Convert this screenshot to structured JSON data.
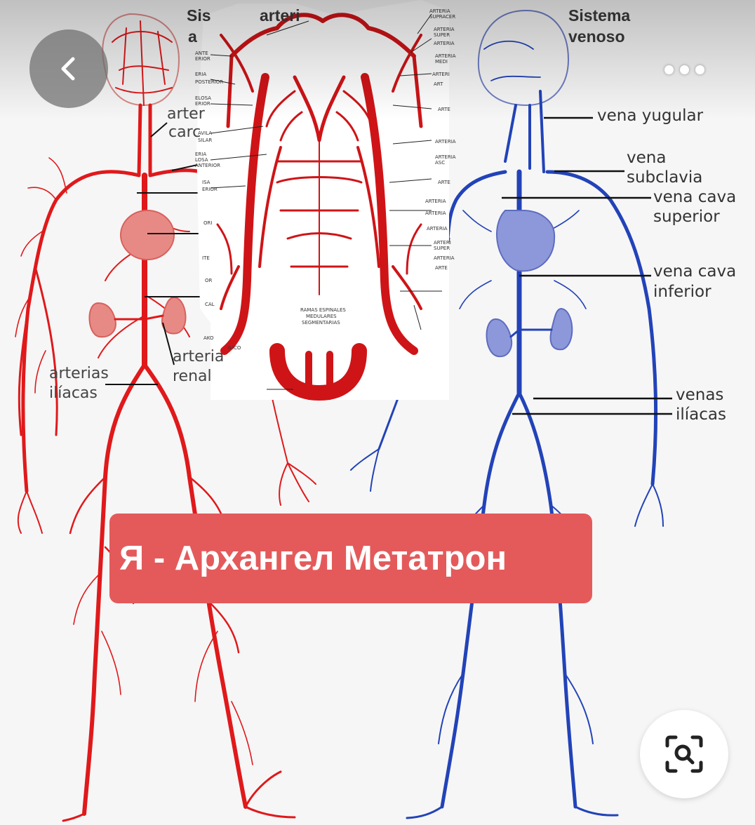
{
  "toolbar": {
    "back_icon": "chevron-left-icon",
    "more_icon": "more-horizontal-icon",
    "lens_icon": "visual-search-icon"
  },
  "image": {
    "arterial": {
      "title_line1": "Sis",
      "title_line2": "a",
      "title_fragment": "arteri",
      "carotid_line1": "arter",
      "carotid_line2": "carc",
      "renal_line1": "arteria",
      "renal_line2": "renal",
      "iliac_line1": "arterias",
      "iliac_line2": "ilíacas",
      "labels_left": [
        "ANTE",
        "ERIOR",
        "ERIA",
        "POSTERIOR",
        "ELOSA",
        "ERIOR",
        "AVILA",
        "SILAR",
        "ERIA",
        "LOSA",
        "ANTERIOR",
        "ISA",
        "ERIOR",
        "ORI",
        "ITE",
        "OR",
        "CAL",
        "AKO",
        "ILICO"
      ],
      "labels_right": [
        "ARTERIA",
        "SUPRACER",
        "ARTERIA",
        "SUPER",
        "ARTERIA",
        "ARTERIA",
        "MEDI",
        "ARTERI",
        "ART",
        "ARTE",
        "ARTERIA",
        "ARTERIA",
        "ASC",
        "ARTE",
        "ARTERIA",
        "ARTERIA",
        "ARTERIA",
        "ARTERI",
        "SUPER",
        "ARTERIA",
        "ARTE"
      ],
      "spinal_label": [
        "RAMAS ESPINALES",
        "MEDULARES",
        "SEGMENTARIAS"
      ]
    },
    "venous": {
      "title_line1": "Sistema",
      "title_line2": "venoso",
      "jugular": "vena yugular",
      "subclavia_line1": "vena",
      "subclavia_line2": "subclavia",
      "cava_sup_line1": "vena cava",
      "cava_sup_line2": "superior",
      "cava_inf_line1": "vena cava",
      "cava_inf_line2": "inferior",
      "iliac_line1": "venas",
      "iliac_line2": "ilíacas"
    },
    "colors": {
      "artery": "#e0191b",
      "vein": "#2243b8",
      "organ_red": "#e78a86",
      "organ_blue": "#8d98da"
    }
  },
  "caption": {
    "text": "Я - Архангел Метатрон",
    "color": "#e45a5b"
  }
}
